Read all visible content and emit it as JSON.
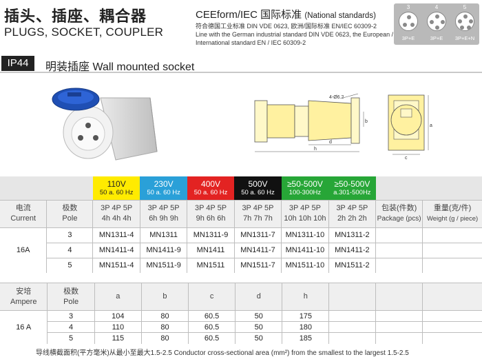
{
  "header": {
    "title_cn": "插头、插座、耦合器",
    "title_en": "PLUGS, SOCKET, COUPLER",
    "standard": "CEEform/IEC 国际标准",
    "standard_note": "(National standards)",
    "std_lines": [
      "符合德国工业标准 DIN VDE 0623, 欧洲/国际标准 EN/IEC 60309-2",
      "Line with the German industrial standard DIN VDE 0623, the European /",
      "International standard EN / IEC 60309-2"
    ],
    "pin_configs": [
      {
        "num": "3",
        "label": "3P+E"
      },
      {
        "num": "4",
        "label": "3P+E"
      },
      {
        "num": "5",
        "label": "3P+E+N"
      }
    ]
  },
  "section": {
    "badge": "IP44",
    "title": "明装插座  Wall mounted socket"
  },
  "drawing_labels": {
    "hole": "4-Ø6.2",
    "a": "a",
    "b": "b",
    "c": "c",
    "d": "d",
    "h": "h"
  },
  "colors": {
    "yellow": "#ffeb00",
    "blue": "#2aa0d8",
    "red": "#e32322",
    "black": "#111111",
    "green": "#27a637"
  },
  "voltages": [
    {
      "v": "110V",
      "f": "50 a. 60 Hz"
    },
    {
      "v": "230V",
      "f": "50 a. 60 Hz"
    },
    {
      "v": "400V",
      "f": "50 a. 60 Hz"
    },
    {
      "v": "500V",
      "f": "50 a. 60 Hz"
    },
    {
      "v": "≥50-500V",
      "f": "100-300Hz"
    },
    {
      "v": "≥50-500V",
      "f": "a.301-500Hz"
    }
  ],
  "table1": {
    "current_cn": "电流",
    "current_en": "Current",
    "pole_cn": "极数",
    "pole_en": "Pole",
    "poles_row": [
      "3P  4P  5P",
      "3P  4P  5P",
      "3P  4P  5P",
      "3P  4P  5P",
      "3P  4P  5P",
      "3P  4P  5P"
    ],
    "hours_row": [
      "4h  4h  4h",
      "6h  9h  9h",
      "9h  6h  6h",
      "7h  7h  7h",
      "10h 10h 10h",
      "2h  2h  2h"
    ],
    "package_cn": "包装(件数)",
    "package_en": "Package (pcs)",
    "weight_cn": "重量(克/件)",
    "weight_en": "Weight (g / piece)",
    "current": "16A",
    "rows": [
      {
        "pole": "3",
        "models": [
          "MN1311-4",
          "MN1311",
          "MN1311-9",
          "MN1311-7",
          "MN1311-10",
          "MN1311-2"
        ]
      },
      {
        "pole": "4",
        "models": [
          "MN1411-4",
          "MN1411-9",
          "MN1411",
          "MN1411-7",
          "MN1411-10",
          "MN1411-2"
        ]
      },
      {
        "pole": "5",
        "models": [
          "MN1511-4",
          "MN1511-9",
          "MN1511",
          "MN1511-7",
          "MN1511-10",
          "MN1511-2"
        ]
      }
    ]
  },
  "table2": {
    "ampere_cn": "安培",
    "ampere_en": "Ampere",
    "pole_cn": "极数",
    "pole_en": "Pole",
    "dims": [
      "a",
      "b",
      "c",
      "d",
      "h"
    ],
    "current": "16 A",
    "rows": [
      {
        "pole": "3",
        "vals": [
          "104",
          "80",
          "60.5",
          "50",
          "175"
        ]
      },
      {
        "pole": "4",
        "vals": [
          "110",
          "80",
          "60.5",
          "50",
          "180"
        ]
      },
      {
        "pole": "5",
        "vals": [
          "115",
          "80",
          "60.5",
          "50",
          "185"
        ]
      }
    ]
  },
  "footer": "导线横截面积(平方毫米)从最小至最大1.5-2.5   Conductor cross-sectional area (mm²) from the smallest to the largest 1.5-2.5"
}
